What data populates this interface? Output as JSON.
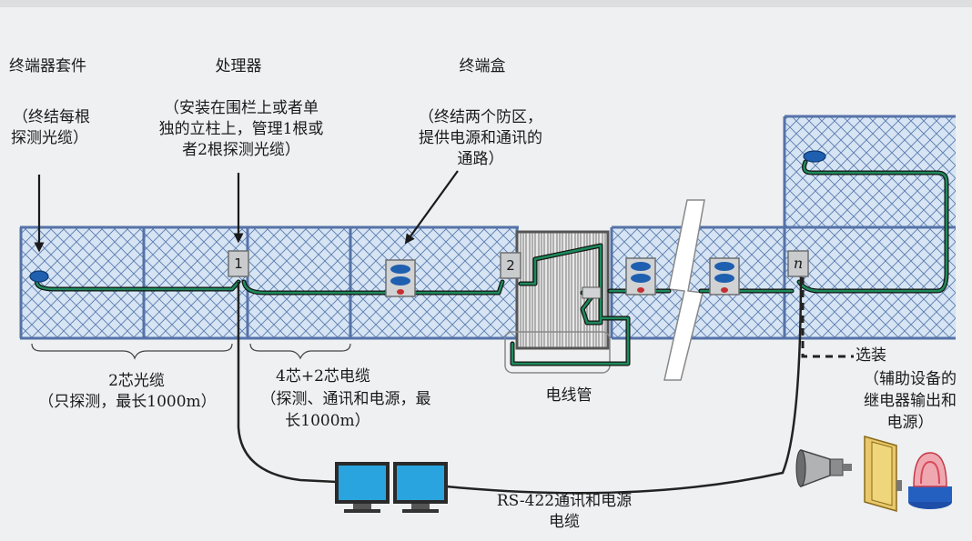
{
  "labels": {
    "terminator_kit": {
      "title": "终端器套件",
      "desc_line1": "（终结每根",
      "desc_line2": "探测光缆）"
    },
    "processor": {
      "title": "处理器",
      "desc_line1": "（安装在围栏上或者单",
      "desc_line2": "独的立柱上，管理1根或",
      "desc_line3": "者2根探测光缆）"
    },
    "terminal_box": {
      "title": "终端盒",
      "desc_line1": "（终结两个防区，",
      "desc_line2": "提供电源和通讯的",
      "desc_line3": "通路）"
    },
    "cable_2core": {
      "line1": "2芯光缆",
      "line2": "（只探测，最长1000m）"
    },
    "cable_4plus2": {
      "line1": "4芯+2芯电缆",
      "line2": "（探测、通讯和电源，最",
      "line3": "长1000m）"
    },
    "conduit": "电线管",
    "optional": {
      "title": "选装",
      "line1": "（辅助设备的",
      "line2": "继电器输出和",
      "line3": "电源）"
    },
    "rs422": {
      "line1": "RS-422通讯和电源",
      "line2": "电缆"
    }
  },
  "processor_boxes": {
    "p1": "1",
    "p2": "2",
    "pn": "n"
  },
  "colors": {
    "fence_mesh": "#4a6fa8",
    "fence_fill": "#d4e3f3",
    "sensor_cable": "#1e8a5c",
    "processor_box": "#c9cbcd",
    "monitor_screen": "#29a4de"
  }
}
